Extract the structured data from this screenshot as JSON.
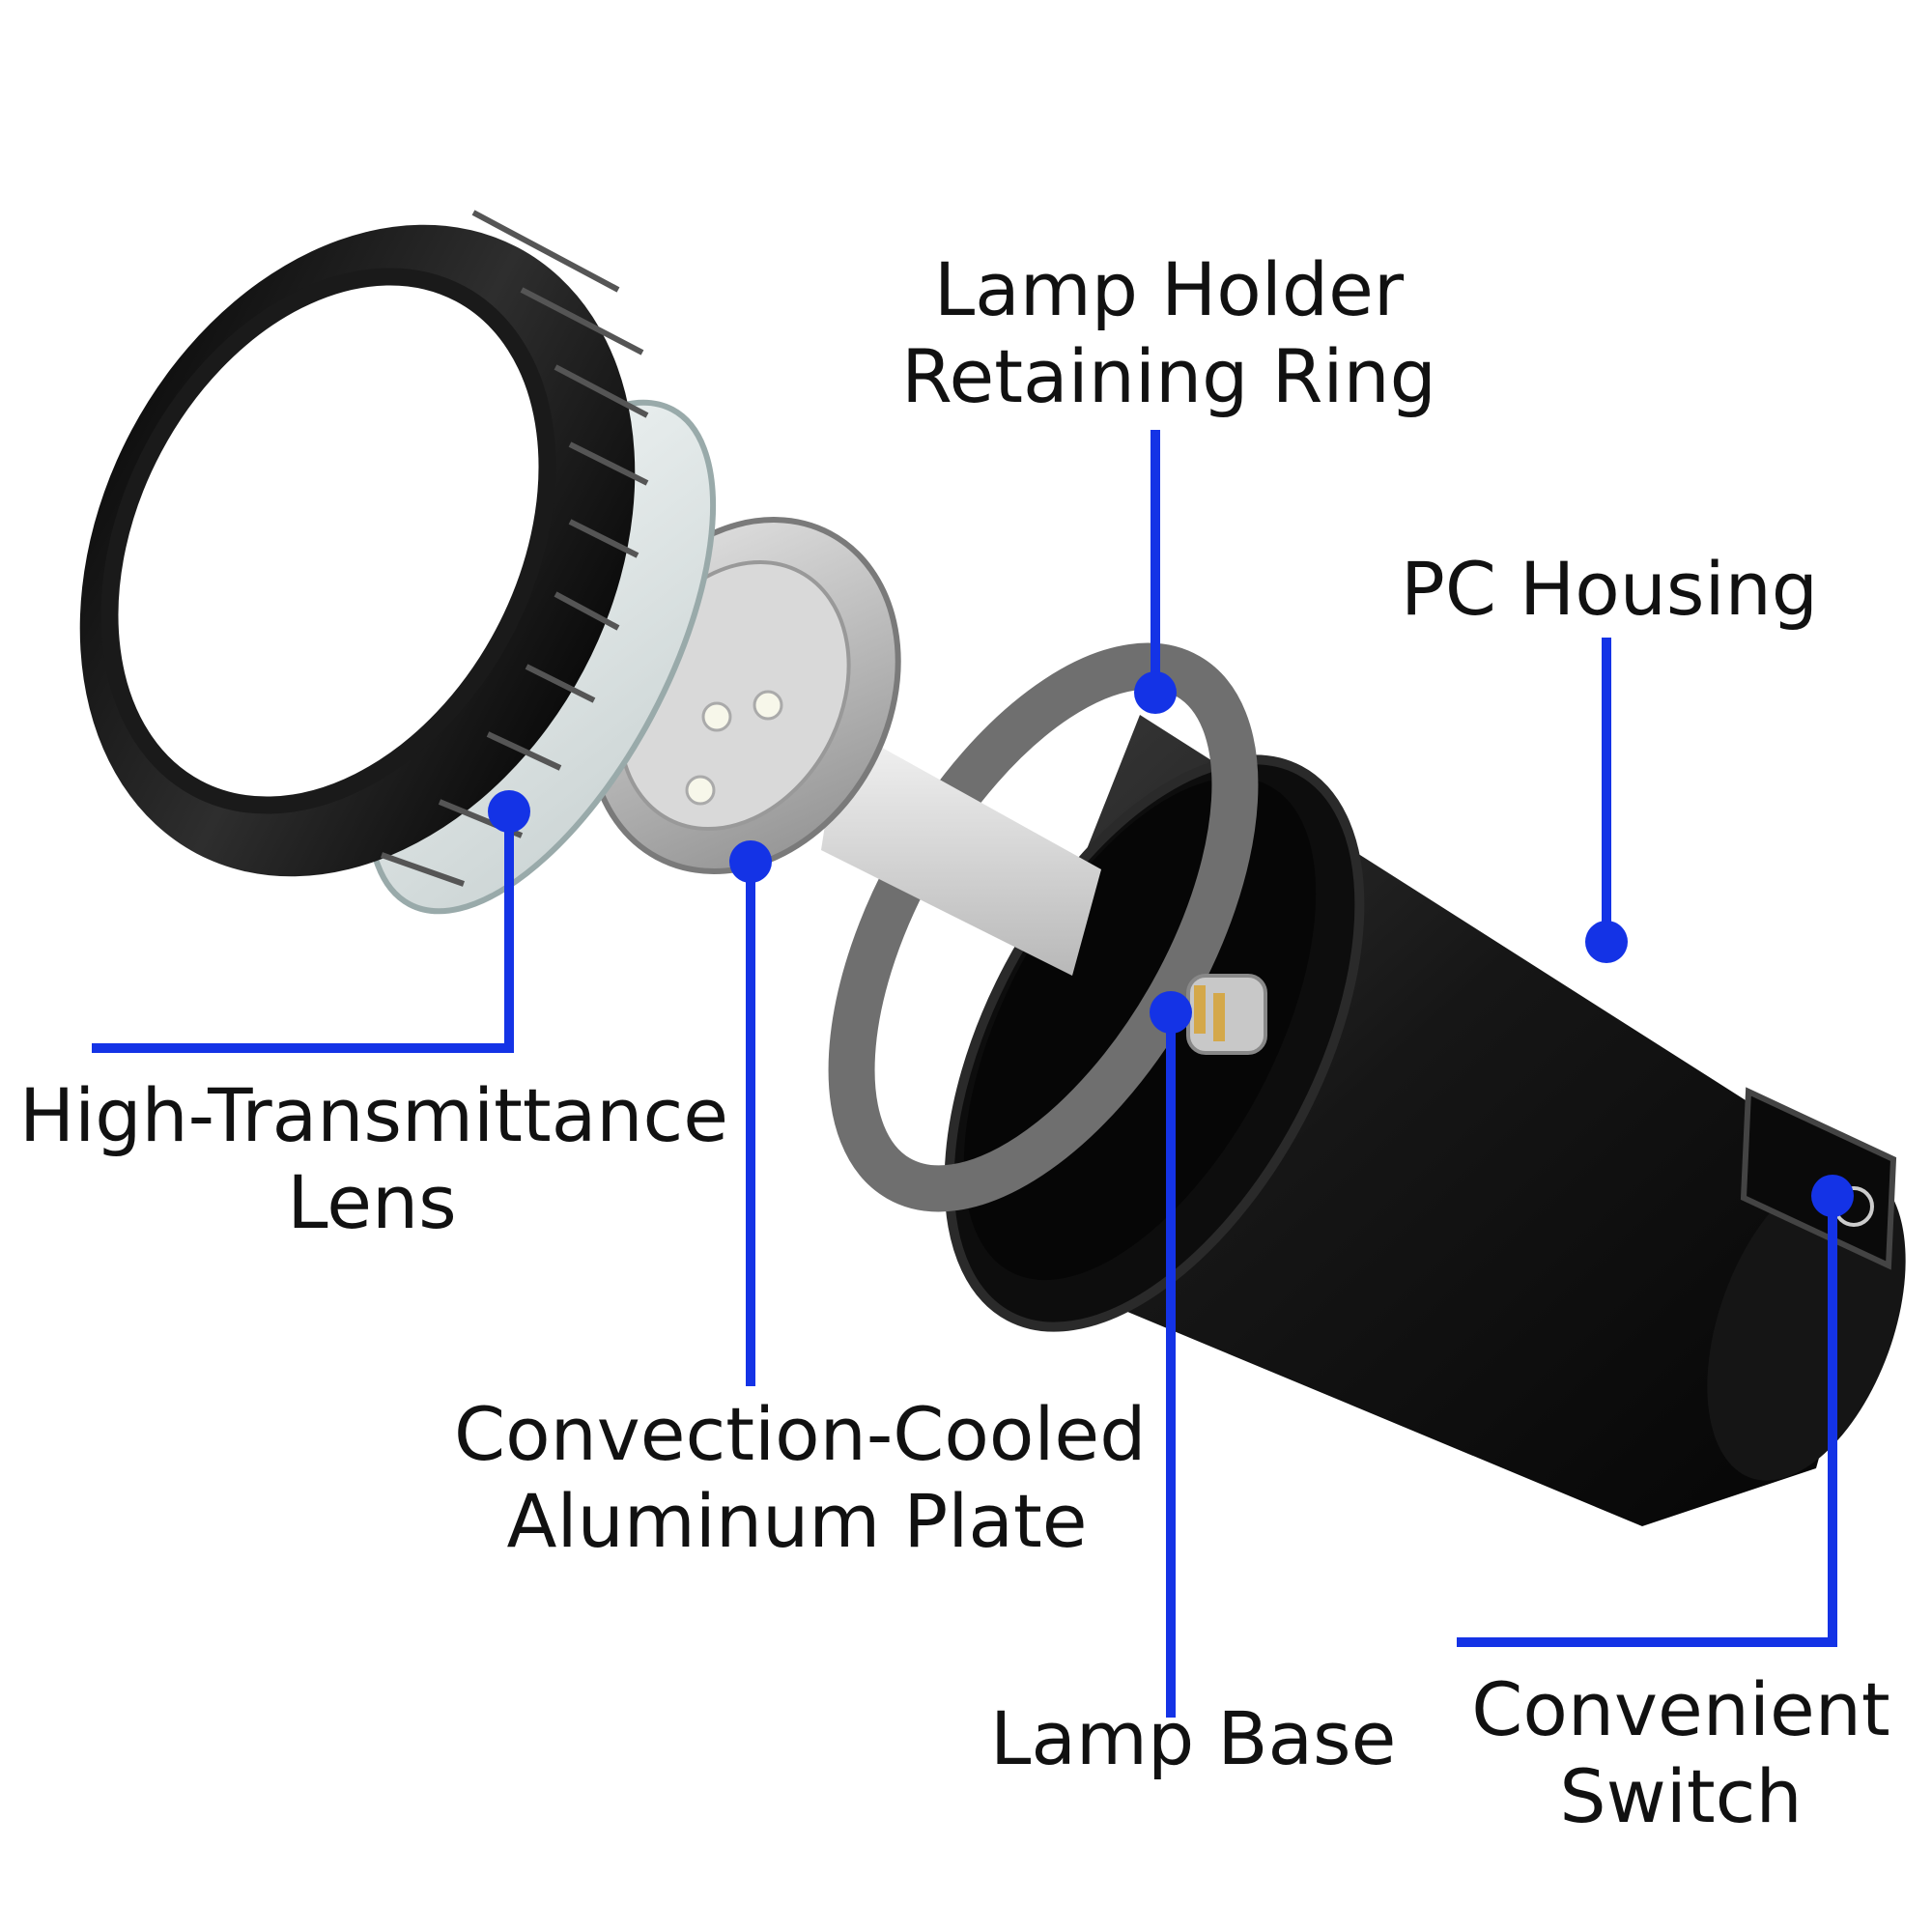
{
  "colors": {
    "callout": "#1433e6",
    "text": "#111111",
    "housing": "#1b1b1b",
    "ring": "#222222"
  },
  "callouts": [
    {
      "id": "lens",
      "lines": [
        "High-Transmittance",
        "Lens"
      ]
    },
    {
      "id": "plate",
      "lines": [
        "Convection-Cooled",
        "Aluminum Plate"
      ]
    },
    {
      "id": "retaining-ring",
      "lines": [
        "Lamp Holder",
        "Retaining Ring"
      ]
    },
    {
      "id": "housing",
      "lines": [
        "PC Housing"
      ]
    },
    {
      "id": "base",
      "lines": [
        "Lamp Base"
      ]
    },
    {
      "id": "switch",
      "lines": [
        "Convenient",
        "Switch"
      ]
    }
  ],
  "icons": {
    "ring": "retaining-ring-icon",
    "lens": "lens-disc-icon",
    "bulb": "led-bulb-icon",
    "housing": "housing-cylinder-icon",
    "switch": "rocker-switch-icon"
  }
}
